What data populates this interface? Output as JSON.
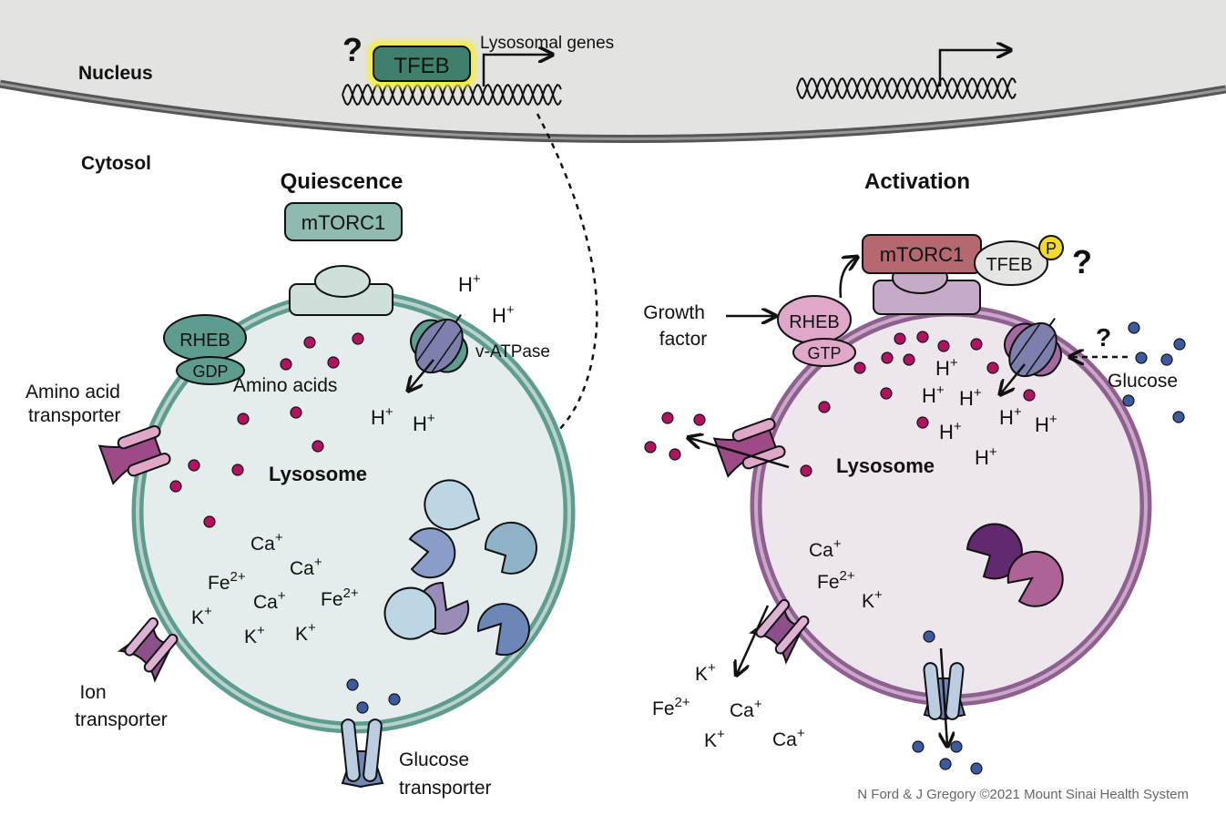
{
  "regions": {
    "nucleus": "Nucleus",
    "cytosol": "Cytosol"
  },
  "nucleus": {
    "question_mark": "?",
    "tfeb": "TFEB",
    "gene_label": "Lysosomal genes"
  },
  "quiescence": {
    "title": "Quiescence",
    "mtorc1": "mTORC1",
    "rheb": "RHEB",
    "gdp": "GDP",
    "amino_acids": "Amino acids",
    "amino_acid_transporter": [
      "Amino acid",
      "transporter"
    ],
    "v_atpase": "v-ATPase",
    "lysosome": "Lysosome",
    "ion_transporter": [
      "Ion",
      "transporter"
    ],
    "glucose_transporter": [
      "Glucose",
      "transporter"
    ],
    "protons": [
      "H",
      "H",
      "H",
      "H"
    ],
    "ions": [
      {
        "base": "Ca",
        "charge": "+"
      },
      {
        "base": "Ca",
        "charge": "+"
      },
      {
        "base": "Fe",
        "charge": "2+"
      },
      {
        "base": "Ca",
        "charge": "+"
      },
      {
        "base": "Fe",
        "charge": "2+"
      },
      {
        "base": "K",
        "charge": "+"
      },
      {
        "base": "K",
        "charge": "+"
      },
      {
        "base": "K",
        "charge": "+"
      }
    ]
  },
  "activation": {
    "title": "Activation",
    "mtorc1": "mTORC1",
    "tfeb": "TFEB",
    "phospho": "P",
    "question_mark": "?",
    "glucose_question": "?",
    "growth_factor": [
      "Growth",
      "factor"
    ],
    "rheb": "RHEB",
    "gtp": "GTP",
    "glucose": "Glucose",
    "lysosome": "Lysosome",
    "protons": [
      "H",
      "H",
      "H",
      "H",
      "H",
      "H",
      "H"
    ],
    "inner_ions": [
      {
        "base": "Ca",
        "charge": "+"
      },
      {
        "base": "Fe",
        "charge": "2+"
      },
      {
        "base": "K",
        "charge": "+"
      }
    ],
    "outer_ions": [
      {
        "base": "K",
        "charge": "+"
      },
      {
        "base": "Fe",
        "charge": "2+"
      },
      {
        "base": "Ca",
        "charge": "+"
      },
      {
        "base": "K",
        "charge": "+"
      },
      {
        "base": "Ca",
        "charge": "+"
      }
    ]
  },
  "credit": "N Ford & J Gregory ©2021 Mount Sinai Health System",
  "colors": {
    "nucleus_fill": "#e3e3e1",
    "teal": "#5e9c8f",
    "teal_light": "#e4edeb",
    "purple_membrane": "#8e5f90",
    "purple_light": "#ede6ec",
    "amino_dot": "#b0135f",
    "glucose_dot": "#3d5a9e",
    "mtorc1_active": "#b5686f",
    "tfeb_green": "#3f7f6b",
    "phospho_yellow": "#f4d92a"
  }
}
